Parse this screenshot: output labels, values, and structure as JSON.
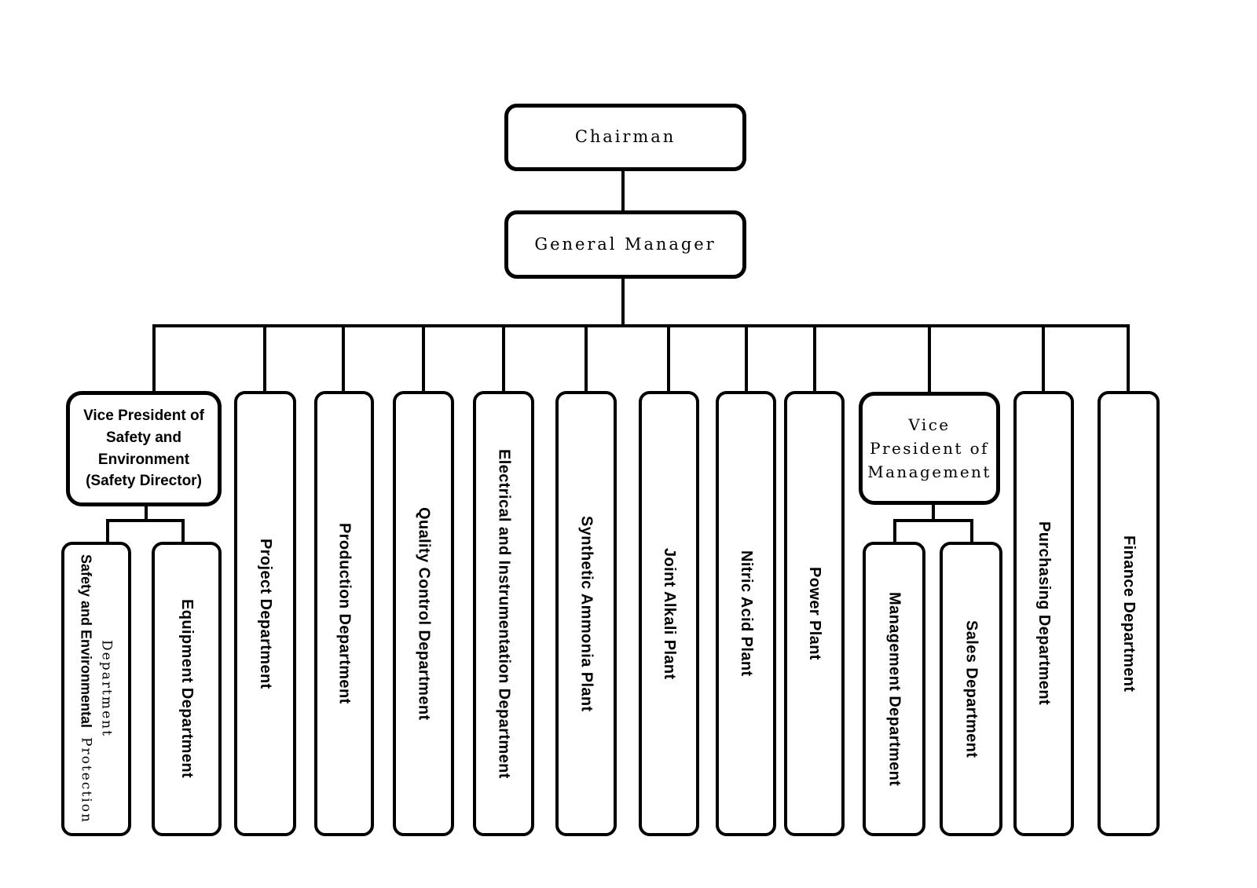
{
  "org": {
    "chairman": {
      "label": "Chairman"
    },
    "general_manager": {
      "label": "General Manager"
    },
    "vp_safety": {
      "lines": [
        "Vice President of",
        "Safety and",
        "Environment",
        "(Safety Director)"
      ],
      "children": {
        "safety_env": {
          "bold": "Safety and Environmental",
          "serif": "Protection",
          "line2": "Department"
        },
        "equipment": {
          "label": "Equipment Department"
        }
      }
    },
    "departments": [
      {
        "label": "Project Department"
      },
      {
        "label": "Production Department"
      },
      {
        "label": "Quality Control Department"
      },
      {
        "label": "Electrical and Instrumentation Department"
      },
      {
        "label": "Synthetic Ammonia Plant"
      },
      {
        "label": "Joint Alkali Plant"
      },
      {
        "label": "Nitric Acid Plant"
      },
      {
        "label": "Power Plant"
      },
      {
        "label": "Purchasing Department"
      },
      {
        "label": "Finance Department"
      }
    ],
    "vp_management": {
      "lines": [
        "Vice",
        "President of",
        "Management"
      ],
      "children": {
        "management": {
          "label": "Management Department"
        },
        "sales": {
          "label": "Sales Department"
        }
      }
    }
  },
  "colors": {
    "line": "#000000",
    "box_bg": "#ffffff",
    "page_bg": "#ffffff"
  }
}
